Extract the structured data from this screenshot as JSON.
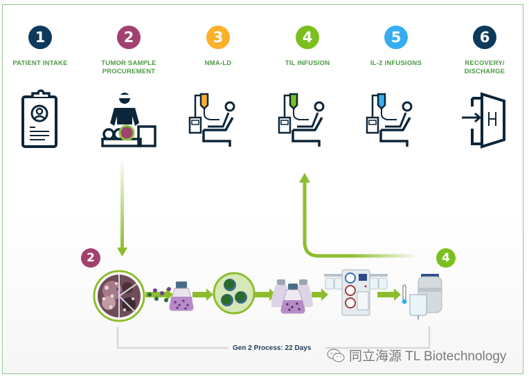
{
  "steps": [
    {
      "number": "1",
      "label": "PATIENT INTAKE",
      "color": "#0d3a5c",
      "icon": "clipboard-patient-icon"
    },
    {
      "number": "2",
      "label": "TUMOR SAMPLE\nPROCUREMENT",
      "color": "#a2416f",
      "icon": "surgeon-procedure-icon"
    },
    {
      "number": "3",
      "label": "NMA-LD",
      "color": "#fbb12b",
      "icon": "iv-infusion-chair-icon"
    },
    {
      "number": "4",
      "label": "TIL INFUSION",
      "color": "#7bbf1e",
      "icon": "iv-infusion-chair-icon"
    },
    {
      "number": "5",
      "label": "IL-2 INFUSIONS",
      "color": "#37adf0",
      "icon": "iv-infusion-chair-icon"
    },
    {
      "number": "6",
      "label": "RECOVERY/\nDISCHARGE",
      "color": "#0d3a5c",
      "icon": "hospital-door-icon"
    }
  ],
  "process": {
    "start_badge": "2",
    "end_badge": "4",
    "stages": [
      "tumor-fragment",
      "culture-flask",
      "til-cells",
      "expansion-flasks",
      "cell-processing-machine",
      "cryopreserved-bag"
    ],
    "label": "Gen 2 Process: 22 Days"
  },
  "colors": {
    "navy": "#0d3a5c",
    "arrow_green": "#8dbd2e",
    "label_green": "#4c9a45",
    "frame_green": "#8cc58a"
  },
  "watermark": {
    "text": "同立海源 TL Biotechnology",
    "icon": "wechat-icon"
  }
}
